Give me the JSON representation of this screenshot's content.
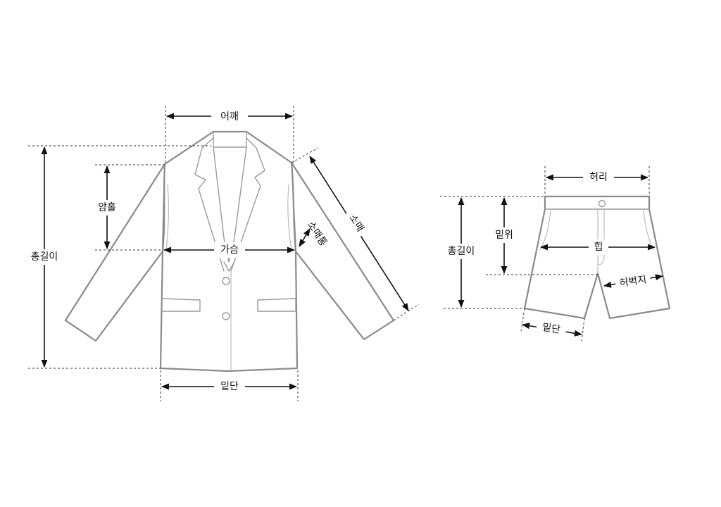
{
  "colors": {
    "garment_outline": "#8a8a8a",
    "measure_lines": "#111111",
    "background": "#ffffff"
  },
  "jacket": {
    "shoulder": "어깨",
    "armhole": "암홀",
    "total_length": "총길이",
    "chest": "가슴",
    "sleeve_width": "소매통",
    "sleeve": "소매",
    "hem": "밑단"
  },
  "shorts": {
    "waist": "허리",
    "rise": "밑위",
    "total_length": "총길이",
    "hip": "힙",
    "thigh": "허벅지",
    "hem": "밑단"
  }
}
